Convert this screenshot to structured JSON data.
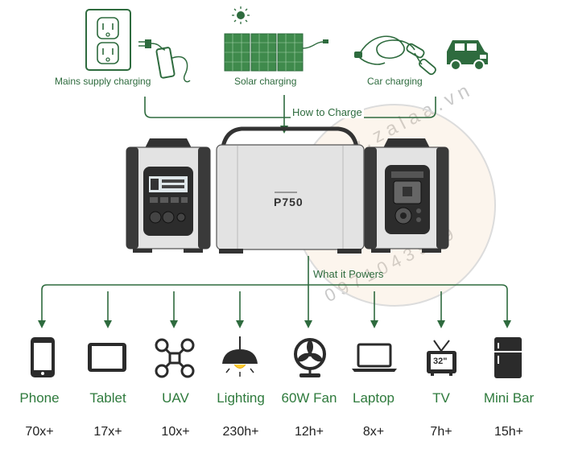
{
  "charge": {
    "sources": [
      {
        "label": "Mains supply charging",
        "icon": "wall-outlet-icon"
      },
      {
        "label": "Solar charging",
        "icon": "solar-panel-icon"
      },
      {
        "label": "Car charging",
        "icon": "car-icon"
      }
    ],
    "title": "How to Charge"
  },
  "product": {
    "model": "P750"
  },
  "powers": {
    "title": "What it Powers",
    "devices": [
      {
        "name": "Phone",
        "value": "70x+",
        "icon": "phone-icon"
      },
      {
        "name": "Tablet",
        "value": "17x+",
        "icon": "tablet-icon"
      },
      {
        "name": "UAV",
        "value": "10x+",
        "icon": "drone-icon"
      },
      {
        "name": "Lighting",
        "value": "230h+",
        "icon": "lamp-icon"
      },
      {
        "name": "60W Fan",
        "value": "12h+",
        "icon": "fan-icon"
      },
      {
        "name": "Laptop",
        "value": "8x+",
        "icon": "laptop-icon"
      },
      {
        "name": "TV",
        "value": "7h+",
        "icon": "tv-icon"
      },
      {
        "name": "Mini Bar",
        "value": "15h+",
        "icon": "fridge-icon"
      }
    ],
    "tv_screen_text": "32\""
  },
  "watermark": {
    "site": "www.zalaa.vn",
    "phone": "0971043999"
  },
  "colors": {
    "line_green": "#2e6b3e",
    "text_green": "#2e7a3c",
    "icon_dark": "#2b2b2b",
    "station_body": "#e3e3e3"
  }
}
